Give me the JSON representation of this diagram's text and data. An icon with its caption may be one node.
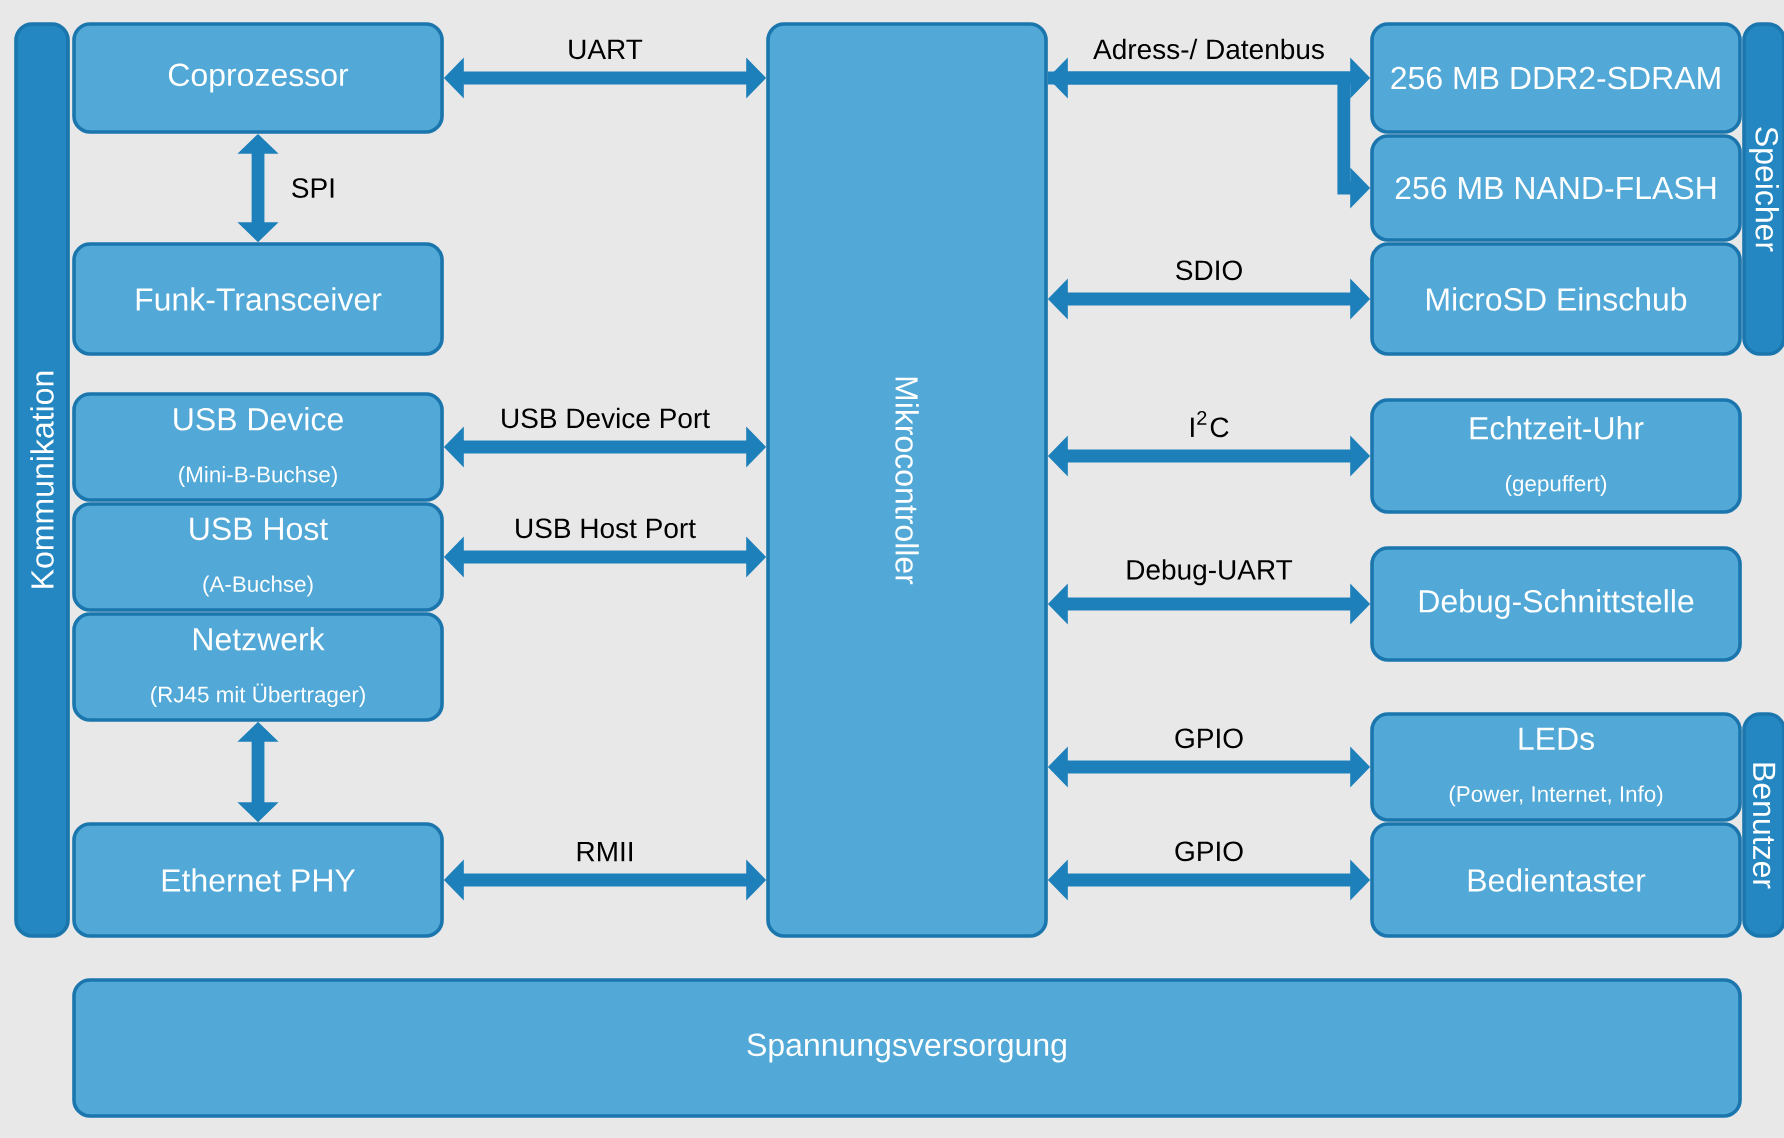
{
  "diagram": {
    "nodes": [
      {
        "text": [
          "Kommunikation"
        ]
      },
      {
        "text": [
          "Coprozessor"
        ]
      },
      {
        "text": [
          "Funk-Transceiver"
        ]
      },
      {
        "text": [
          "USB Device",
          "(Mini-B-Buchse)"
        ]
      },
      {
        "text": [
          "USB Host",
          "(A-Buchse)"
        ]
      },
      {
        "text": [
          "Netzwerk",
          "(RJ45 mit Übertrager)"
        ]
      },
      {
        "text": [
          "Ethernet PHY"
        ]
      },
      {
        "text": [
          "Mikrocontroller"
        ]
      },
      {
        "text": [
          "256 MB DDR2-SDRAM"
        ]
      },
      {
        "text": [
          "256 MB NAND-FLASH"
        ]
      },
      {
        "text": [
          "MicroSD Einschub"
        ]
      },
      {
        "text": [
          "Speicher"
        ]
      },
      {
        "text": [
          "Echtzeit-Uhr",
          "(gepuffert)"
        ]
      },
      {
        "text": [
          "Debug-Schnittstelle"
        ]
      },
      {
        "text": [
          "LEDs",
          "(Power, Internet, Info)"
        ]
      },
      {
        "text": [
          "Bedientaster"
        ]
      },
      {
        "text": [
          "Benutzer"
        ]
      },
      {
        "text": [
          "Spannungsversorgung"
        ]
      }
    ],
    "edges": [
      {
        "from": 1,
        "to": 7,
        "arrow": "both",
        "label": "UART"
      },
      {
        "from": 1,
        "to": 2,
        "arrow": "both",
        "label": "SPI"
      },
      {
        "from": 3,
        "to": 7,
        "arrow": "both",
        "label": "USB Device Port"
      },
      {
        "from": 4,
        "to": 7,
        "arrow": "both",
        "label": "USB Host Port"
      },
      {
        "from": 5,
        "to": 6,
        "arrow": "both"
      },
      {
        "from": 6,
        "to": 7,
        "arrow": "both",
        "label": "RMII"
      },
      {
        "from": 7,
        "to": 8,
        "arrow": "both",
        "label": "Adress-/ Datenbus"
      },
      {
        "from": 7,
        "to": 9,
        "arrow": "to"
      },
      {
        "from": 7,
        "to": 10,
        "arrow": "both",
        "label": "SDIO"
      },
      {
        "from": 7,
        "to": 12,
        "arrow": "both",
        "label": "I$^{2}$C"
      },
      {
        "from": 7,
        "to": 13,
        "arrow": "both",
        "label": "Debug-UART"
      },
      {
        "from": 7,
        "to": 14,
        "arrow": "both",
        "label": "GPIO"
      },
      {
        "from": 7,
        "to": 15,
        "arrow": "both",
        "label": "GPIO"
      }
    ]
  }
}
